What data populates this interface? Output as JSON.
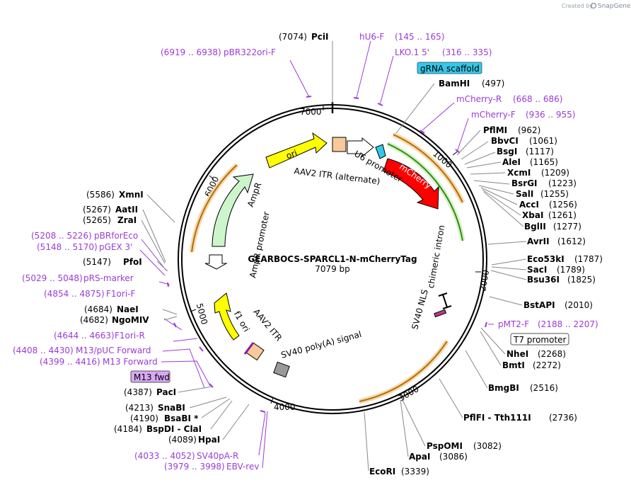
{
  "credit": {
    "text": "Created by",
    "brand": "SnapGene"
  },
  "plasmid": {
    "name": "GEARBOCS-SPARCL1-N-mCherryTag",
    "size": "7079 bp"
  },
  "ticks": [
    "7000",
    "1000",
    "2000",
    "3000",
    "4000",
    "5000",
    "6000"
  ],
  "features": {
    "ori": "ori",
    "aav2_itr_alt": "AAV2 ITR (alternate)",
    "u6_promoter": "U6 promoter",
    "mcherry": "mCherry",
    "chimeric_intron": "chimeric intron",
    "sv40_nls": "SV40 NLS",
    "ampr": "AmpR",
    "ampr_promoter": "AmpR promoter",
    "f1_ori": "f1 ori",
    "aav2_itr": "AAV2 ITR",
    "sv40_polya": "SV40 poly(A) signal"
  },
  "boxed_labels": {
    "grna": "gRNA scaffold",
    "t7": "T7 promoter",
    "m13fwd": "M13 fwd"
  },
  "colors": {
    "ori": "#ffff00",
    "mcherry": "#ff0000",
    "ampr": "#ccf5cc",
    "itr": "#f9c99a",
    "grna": "#34c7e9",
    "orf": "#f0a43a",
    "primer": "#9c3bd6",
    "polya": "#999999"
  },
  "sites": [
    {
      "name": "PciI",
      "pos": "(7074)"
    },
    {
      "name": "BamHI",
      "pos": "(497)"
    },
    {
      "name": "PflMI",
      "pos": "(962)"
    },
    {
      "name": "BbvCI",
      "pos": "(1061)"
    },
    {
      "name": "BsgI",
      "pos": "(1117)"
    },
    {
      "name": "AleI",
      "pos": "(1165)"
    },
    {
      "name": "XcmI",
      "pos": "(1209)"
    },
    {
      "name": "BsrGI",
      "pos": "(1223)"
    },
    {
      "name": "SalI",
      "pos": "(1255)"
    },
    {
      "name": "AccI",
      "pos": "(1256)"
    },
    {
      "name": "XbaI",
      "pos": "(1261)"
    },
    {
      "name": "BglII",
      "pos": "(1277)"
    },
    {
      "name": "AvrII",
      "pos": "(1612)"
    },
    {
      "name": "Eco53kI",
      "pos": "(1787)"
    },
    {
      "name": "SacI",
      "pos": "(1789)"
    },
    {
      "name": "Bsu36I",
      "pos": "(1825)"
    },
    {
      "name": "BstAPI",
      "pos": "(2010)"
    },
    {
      "name": "NheI",
      "pos": "(2268)"
    },
    {
      "name": "BmtI",
      "pos": "(2272)"
    },
    {
      "name": "BmgBI",
      "pos": "(2516)"
    },
    {
      "name": "PflFI - Tth111I",
      "pos": "(2736)"
    },
    {
      "name": "PspOMI",
      "pos": "(3082)"
    },
    {
      "name": "ApaI",
      "pos": "(3086)"
    },
    {
      "name": "EcoRI",
      "pos": "(3339)"
    },
    {
      "name": "HpaI",
      "pos": "(4089)"
    },
    {
      "name": "BspDI - ClaI",
      "pos": "(4184)"
    },
    {
      "name": "BsaBI *",
      "pos": "(4190)"
    },
    {
      "name": "SnaBI",
      "pos": "(4213)"
    },
    {
      "name": "PacI",
      "pos": "(4387)"
    },
    {
      "name": "NgoMIV",
      "pos": "(4682)"
    },
    {
      "name": "NaeI",
      "pos": "(4684)"
    },
    {
      "name": "PfoI",
      "pos": "(5147)"
    },
    {
      "name": "ZraI",
      "pos": "(5265)"
    },
    {
      "name": "AatII",
      "pos": "(5267)"
    },
    {
      "name": "XmnI",
      "pos": "(5586)"
    }
  ],
  "primers": [
    {
      "name": "hU6-F",
      "range": "(145 .. 165)"
    },
    {
      "name": "LKO.1 5'",
      "range": "(316 .. 335)"
    },
    {
      "name": "mCherry-R",
      "range": "(668 .. 686)"
    },
    {
      "name": "mCherry-F",
      "range": "(936 .. 955)"
    },
    {
      "name": "pMT2-F",
      "range": "(2188 .. 2207)"
    },
    {
      "name": "SV40pA-R",
      "range": "(4033 .. 4052)"
    },
    {
      "name": "EBV-rev",
      "range": "(3979 .. 3998)"
    },
    {
      "name": "M13 Forward",
      "range": "(4399 .. 4416)"
    },
    {
      "name": "M13/pUC Forward",
      "range": "(4408 .. 4430)"
    },
    {
      "name": "F1ori-R",
      "range": "(4644 .. 4663)"
    },
    {
      "name": "F1ori-F",
      "range": "(4854 .. 4875)"
    },
    {
      "name": "pRS-marker",
      "range": "(5029 .. 5048)"
    },
    {
      "name": "pGEX 3'",
      "range": "(5148 .. 5170)"
    },
    {
      "name": "pBRforEco",
      "range": "(5208 .. 5226)"
    },
    {
      "name": "pBR322ori-F",
      "range": "(6919 .. 6938)"
    }
  ]
}
